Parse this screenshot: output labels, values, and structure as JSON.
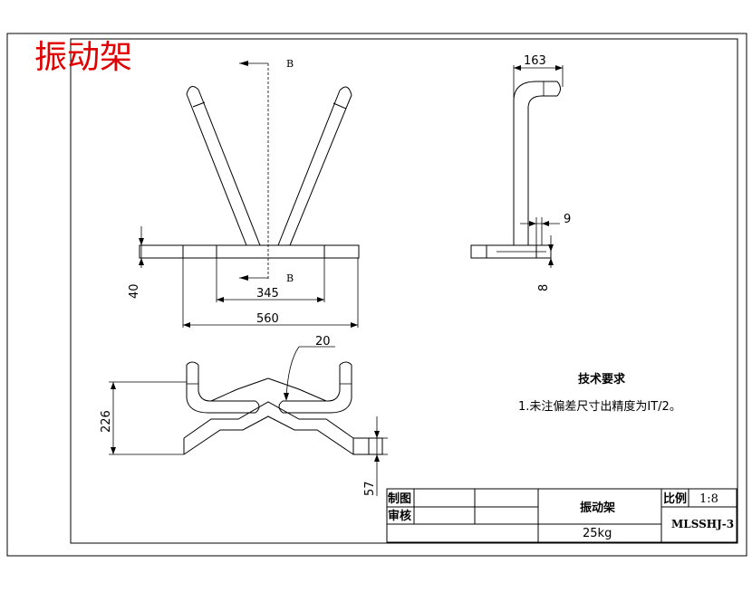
{
  "drawing_title": "振动架",
  "section_marks": [
    "B",
    "B"
  ],
  "dimensions": {
    "d163": "163",
    "d9": "9",
    "d8": "8",
    "d40": "40",
    "d345": "345",
    "d560": "560",
    "d20": "20",
    "d226": "226",
    "d57": "57"
  },
  "tech_req": {
    "heading": "技术要求",
    "item1": "1.未注偏差尺寸出精度为IT/2。"
  },
  "title_block": {
    "drawn_by_label": "制图",
    "checked_by_label": "审核",
    "part_name": "振动架",
    "weight": "25kg",
    "scale_label": "比例",
    "scale_value": "1:8",
    "drawing_no": "MLSSHJ-3"
  },
  "colors": {
    "title_red": "#e00000",
    "line": "#000000"
  }
}
